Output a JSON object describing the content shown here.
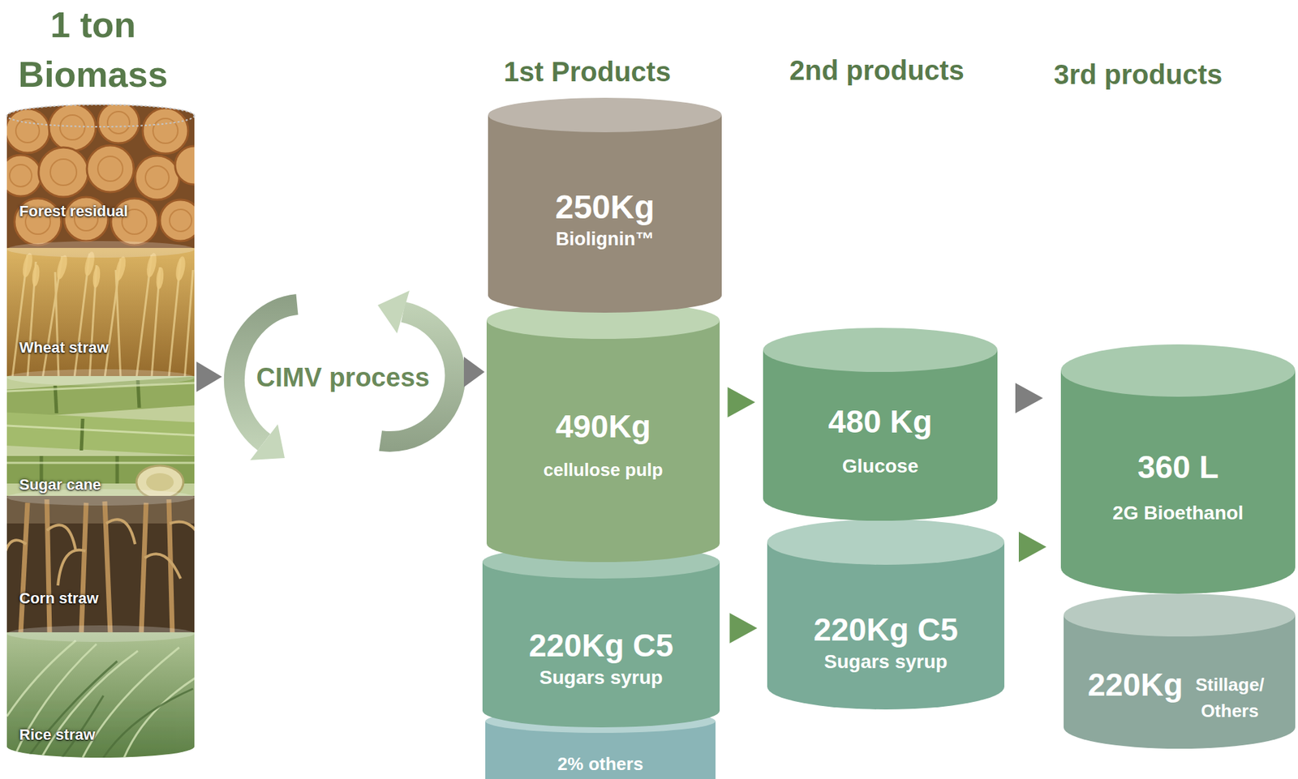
{
  "diagram": {
    "nodes": [
      {
        "text": [
          "1 ton Biomass"
        ]
      },
      {
        "text": [
          "Forest residual"
        ],
        "in": 0
      },
      {
        "text": [
          "Wheat straw"
        ],
        "in": 0
      },
      {
        "text": [
          "Sugar cane"
        ],
        "in": 0
      },
      {
        "text": [
          "Corn straw"
        ],
        "in": 0
      },
      {
        "text": [
          "Rice straw"
        ],
        "in": 0
      },
      {
        "text": [
          "CIMV process"
        ]
      },
      {
        "text": [
          "250Kg",
          "Biolignin™"
        ]
      },
      {
        "text": [
          "490Kg",
          "cellulose pulp"
        ]
      },
      {
        "text": [
          "220Kg C5",
          "Sugars syrup"
        ]
      },
      {
        "text": [
          "2% others"
        ]
      },
      {
        "text": [
          "480 Kg",
          "Glucose"
        ]
      },
      {
        "text": [
          "220Kg C5",
          "Sugars syrup"
        ]
      },
      {
        "text": [
          "360 L",
          "2G Bioethanol"
        ]
      },
      {
        "text": [
          "220Kg",
          "Stillage/ Others"
        ]
      }
    ],
    "edges": [
      {
        "from": 0,
        "to": 6,
        "arrow": "to"
      },
      {
        "from": 6,
        "to": 8,
        "arrow": "to"
      },
      {
        "from": 8,
        "to": 11,
        "arrow": "to"
      },
      {
        "from": 9,
        "to": 12,
        "arrow": "to"
      },
      {
        "from": 11,
        "to": 13,
        "arrow": "to"
      },
      {
        "from": 12,
        "to": 13,
        "arrow": "to"
      }
    ],
    "labels": [
      "1st Products",
      "2nd products",
      "3rd products"
    ]
  }
}
